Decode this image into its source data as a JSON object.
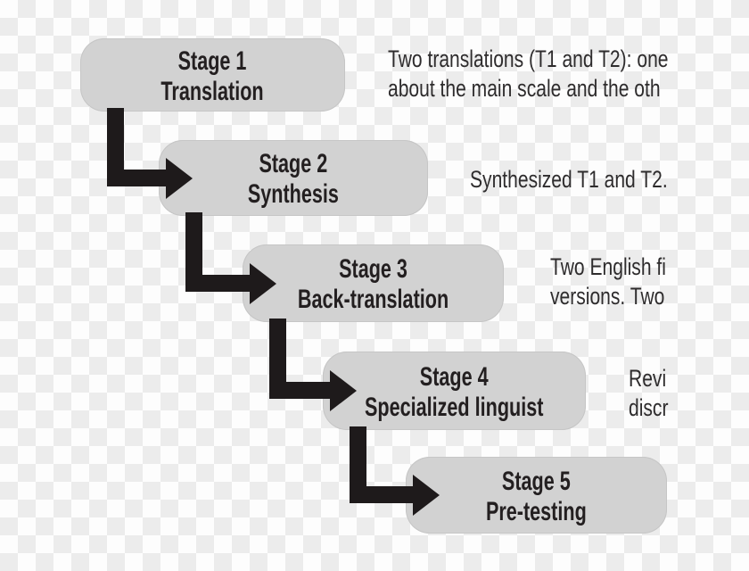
{
  "figure": {
    "type": "flow-diagram",
    "topic": "Translation and cross-cultural adaptation stages",
    "colors": {
      "box_fill": "#d2d2d2",
      "arrow": "#1e1a1b",
      "label_text": "#231f20",
      "description_text": "#2e2c2d",
      "checker_light": "#fdfdfd",
      "checker_dark": "#ececec"
    },
    "stages": [
      {
        "title": "Stage 1",
        "subtitle": "Translation",
        "description_lines": [
          "Two translations (T1 and T2): one",
          "about the main scale and the oth"
        ]
      },
      {
        "title": "Stage 2",
        "subtitle": "Synthesis",
        "description_lines": [
          "Synthesized T1 and T2."
        ]
      },
      {
        "title": "Stage 3",
        "subtitle": "Back-translation",
        "description_lines": [
          "Two English fi",
          "versions. Two"
        ]
      },
      {
        "title": "Stage 4",
        "subtitle": "Specialized linguist",
        "description_lines": [
          "Revi",
          "discr"
        ]
      },
      {
        "title": "Stage 5",
        "subtitle": "Pre-testing",
        "description_lines": []
      }
    ]
  }
}
